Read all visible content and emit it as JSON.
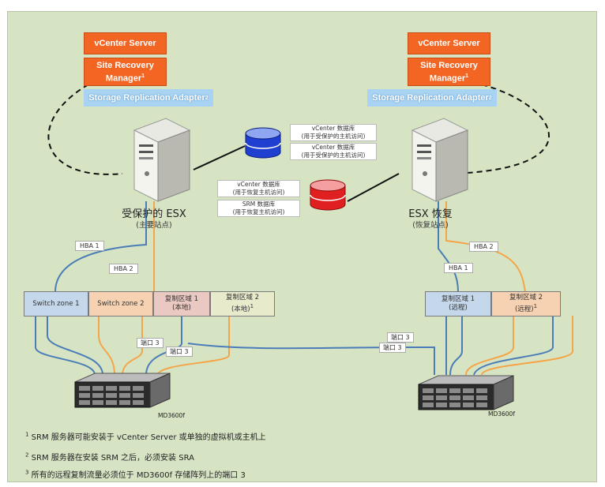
{
  "left_site": {
    "vcenter": "vCenter Server",
    "srm_line1": "Site Recovery",
    "srm_line2": "Manager",
    "srm_sup": "1",
    "sra": "Storage Replication Adapter",
    "sra_sup": "2",
    "host_label": "受保护的 ESX",
    "host_sub": "(主要站点)"
  },
  "right_site": {
    "vcenter": "vCenter Server",
    "srm_line1": "Site Recovery",
    "srm_line2": "Manager",
    "srm_sup": "1",
    "sra": "Storage Replication Adapter",
    "sra_sup": "2",
    "host_label": "ESX 恢复",
    "host_sub": "(恢复站点)"
  },
  "databases": {
    "blue": [
      {
        "line1": "vCenter 数据库",
        "line2": "(用于受保护的主机访问)"
      },
      {
        "line1": "vCenter 数据库",
        "line2": "(用于受保护的主机访问)"
      }
    ],
    "red": [
      {
        "line1": "vCenter 数据库",
        "line2": "(用于恢复主机访问)"
      },
      {
        "line1": "SRM 数据库",
        "line2": "(用于恢复主机访问)"
      }
    ]
  },
  "hba": {
    "left_1": "HBA 1",
    "left_2": "HBA 2",
    "right_1": "HBA 1",
    "right_2": "HBA 2"
  },
  "zones_left": [
    {
      "line1": "Switch zone 1",
      "line2": ""
    },
    {
      "line1": "Switch zone 2",
      "line2": ""
    },
    {
      "line1": "复制区域 1",
      "line2": "(本地)"
    },
    {
      "line1": "复制区域 2",
      "line2": "(本地)"
    }
  ],
  "zones_right": [
    {
      "line1": "复制区域 1",
      "line2": "(远程)"
    },
    {
      "line1": "复制区域 2",
      "line2": "(远程)"
    }
  ],
  "zone_sup": "1",
  "ports": {
    "left_a": "端口 3",
    "left_b": "端口 3",
    "right_a": "端口 3",
    "right_b": "端口 3"
  },
  "storage": {
    "left": "MD3600f",
    "right": "MD3600f"
  },
  "footnotes": [
    {
      "num": "1",
      "text": "SRM 服务器可能安装于 vCenter Server 或单独的虚拟机或主机上"
    },
    {
      "num": "2",
      "text": "SRM 服务器在安装 SRM 之后，必须安装 SRA"
    },
    {
      "num": "3",
      "text": "所有的远程复制流量必须位于 MD3600f 存储阵列上的端口 3"
    }
  ],
  "colors": {
    "background": "#d7e4c4",
    "accent_orange": "#f26522",
    "sra_blue": "#a9d3f2",
    "cable_blue": "#4a7db8",
    "cable_orange": "#f4a54a",
    "db_blue": "#1f3fd0",
    "db_red": "#e02020"
  }
}
